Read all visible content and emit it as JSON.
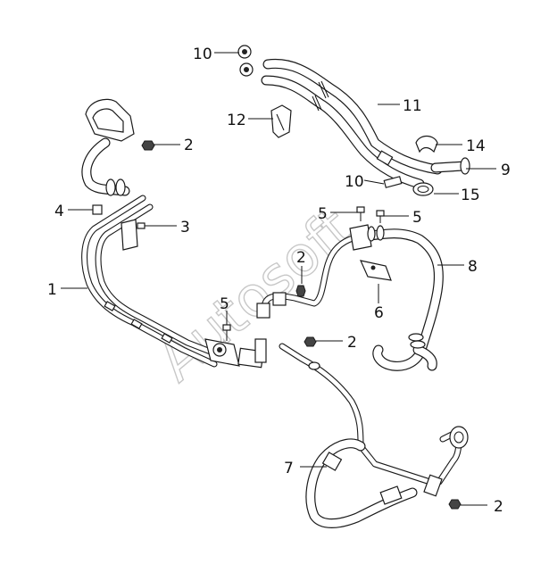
{
  "watermark": "Autosoft",
  "callouts": {
    "c1": "1",
    "c2a": "2",
    "c2b": "2",
    "c2c": "2",
    "c2d": "2",
    "c3": "3",
    "c4": "4",
    "c5a": "5",
    "c5b": "5",
    "c5c": "5",
    "c6": "6",
    "c7": "7",
    "c8": "8",
    "c9": "9",
    "c10a": "10",
    "c10b": "10",
    "c11": "11",
    "c12": "12",
    "c14": "14",
    "c15": "15"
  }
}
